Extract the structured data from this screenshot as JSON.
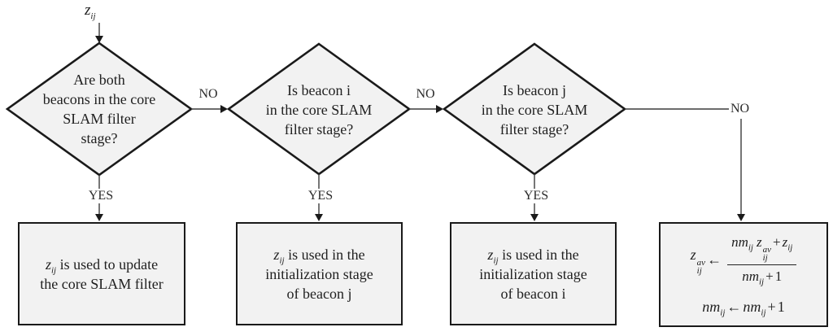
{
  "terms": {
    "z": "z",
    "nm": "nm",
    "sub_ij": "ij",
    "sup_av": "av",
    "arrow": "←",
    "plus": "+",
    "one": "1"
  },
  "edge_labels": {
    "no": "NO",
    "yes": "YES"
  },
  "decisions": [
    {
      "lines": [
        "Are both",
        "beacons in the core",
        "SLAM filter",
        "stage?"
      ]
    },
    {
      "lines": [
        "Is beacon i",
        "in the core SLAM",
        "filter stage?"
      ]
    },
    {
      "lines": [
        "Is beacon j",
        "in the core SLAM",
        "filter stage?"
      ]
    }
  ],
  "results": [
    {
      "after_var": " is used to update",
      "line2": "the core SLAM filter"
    },
    {
      "after_var": " is used in the",
      "line2": "initialization stage",
      "line3": "of beacon j"
    },
    {
      "after_var": " is used in the",
      "line2": "initialization stage",
      "line3": "of beacon i"
    }
  ],
  "colors": {
    "shape_fill": "#f2f2f2",
    "shape_border": "#1a1a1a",
    "connector": "#3c3c3c",
    "text": "#1f1f1f",
    "background": "#ffffff"
  }
}
